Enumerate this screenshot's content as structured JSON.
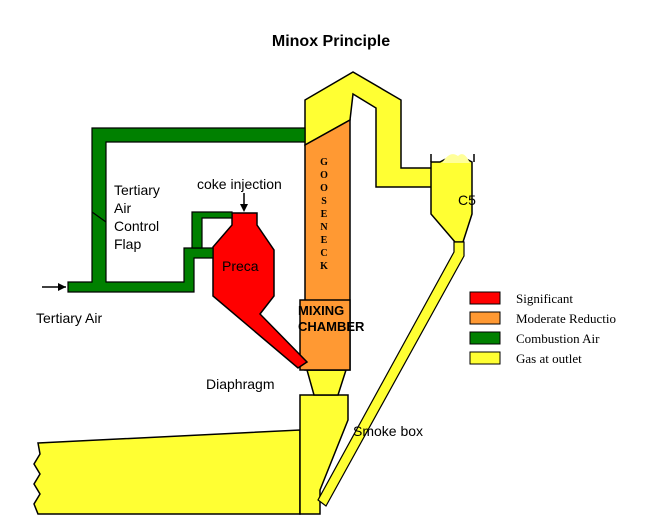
{
  "title": "Minox Principle",
  "labels": {
    "tertiary_air_control_flap": [
      "Tertiary",
      "Air",
      "Control",
      "Flap"
    ],
    "coke_injection": "coke injection",
    "precalciner": "Preca",
    "gooseneck_letters": [
      "G",
      "O",
      "O",
      "S",
      "E",
      "N",
      "E",
      "C",
      "K"
    ],
    "mixing_chamber": [
      "MIXING",
      "CHAMBER"
    ],
    "cyclone": "C5",
    "tertiary_air": "Tertiary Air",
    "diaphragm": "Diaphragm",
    "smoke_box": "Smoke box"
  },
  "legend": [
    {
      "label": "Significant",
      "color": "#ff0000"
    },
    {
      "label": "Moderate Reductio",
      "color": "#ff9933"
    },
    {
      "label": "Combustion Air",
      "color": "#008000"
    },
    {
      "label": "Gas at outlet",
      "color": "#ffff33"
    }
  ],
  "colors": {
    "gas": "#ffff33",
    "air": "#008000",
    "significant": "#ff0000",
    "moderate": "#ff9933",
    "outline": "#000000"
  }
}
